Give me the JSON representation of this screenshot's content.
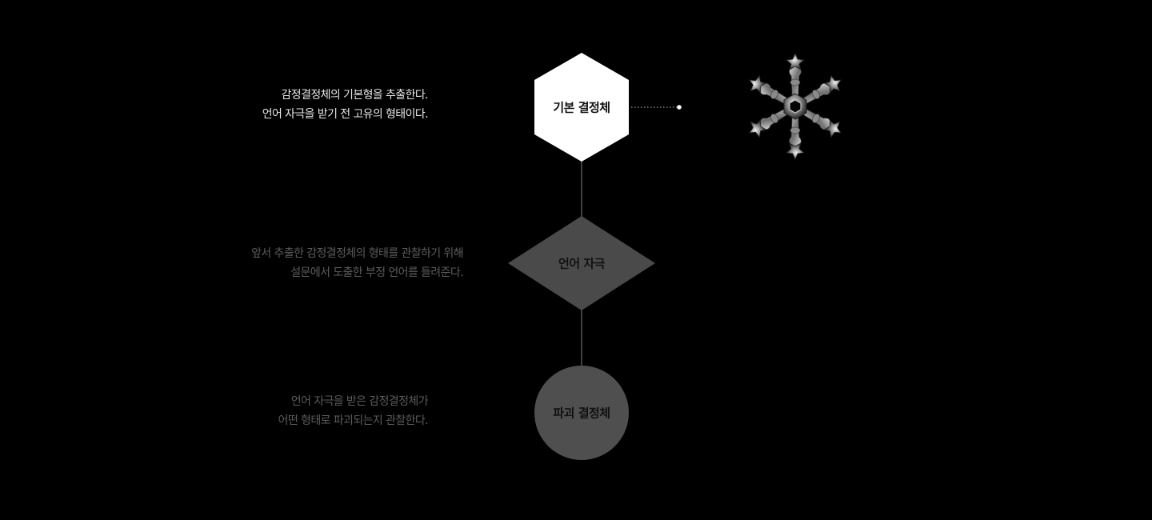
{
  "steps": [
    {
      "node_label": "기본 결정체",
      "shape": "hexagon",
      "description": [
        "감정결정체의 기본형을 추출한다.",
        "언어 자극을 받기 전 고유의 형태이다."
      ]
    },
    {
      "node_label": "언어 자극",
      "shape": "diamond",
      "description": [
        "앞서 추출한 감정결정체의 형태를 관찰하기 위해",
        "설문에서 도출한 부정 언어를 들려준다."
      ]
    },
    {
      "node_label": "파괴 결정체",
      "shape": "circle",
      "description": [
        "언어 자극을 받은 감정결정체가",
        "어떤 형태로 파괴되는지 관찰한다."
      ]
    }
  ],
  "illustration": "snowflake-crystal",
  "colors": {
    "background": "#000000",
    "node_1_fill": "#ffffff",
    "node_1_text": "#111111",
    "node_2_fill": "#4a4a4a",
    "node_3_fill": "#4f4f4f",
    "node_dark_text": "#111111",
    "connector": "#555555",
    "desc_1_text": "#e6e6e6",
    "desc_dim_text": "#5c5c5c"
  }
}
